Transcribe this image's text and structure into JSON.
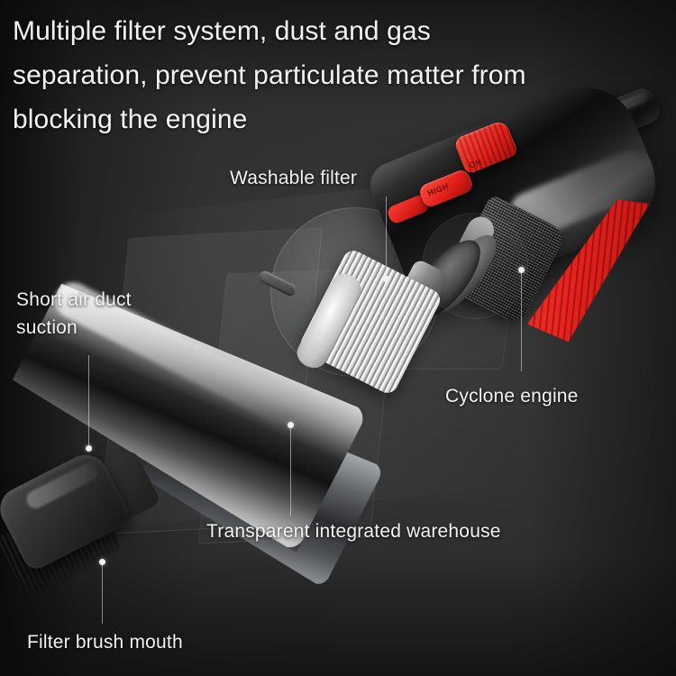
{
  "heading": {
    "line1": "Multiple filter system, dust and gas",
    "line2": "separation, prevent particulate matter from",
    "line3": "blocking the engine"
  },
  "callouts": [
    {
      "id": "washable-filter",
      "text": "Washable filter"
    },
    {
      "id": "short-air-duct",
      "text": "Short air duct\nsuction"
    },
    {
      "id": "cyclone-engine",
      "text": "Cyclone engine"
    },
    {
      "id": "transparent-bin",
      "text": "Transparent integrated warehouse"
    },
    {
      "id": "filter-brush",
      "text": "Filter brush mouth"
    }
  ],
  "product": {
    "switch_on_label": "ON",
    "switch_high_label": "HIGH"
  },
  "colors": {
    "background_dark": "#1b1b1b",
    "background_mid": "#3a3a3a",
    "text": "#f2f2f2",
    "accent_red": "#e8201c",
    "leader_line": "#e2e6ea"
  }
}
